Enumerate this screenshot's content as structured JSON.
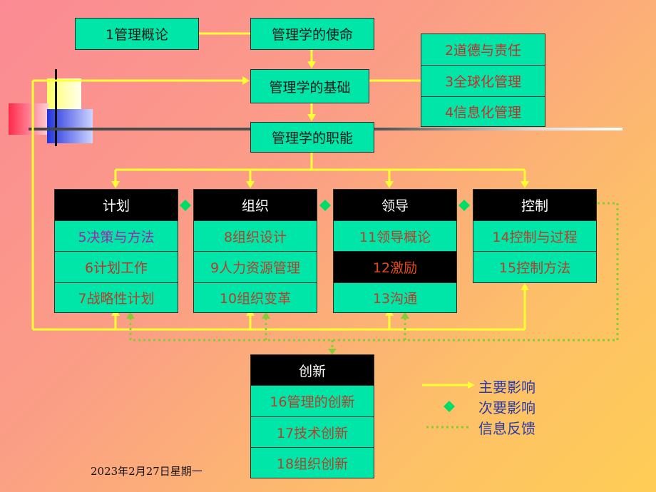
{
  "colors": {
    "box_fill": "#00e6a8",
    "header_fill": "#000000",
    "main_line": "#ffff33",
    "secondary_marker": "#00dd66",
    "feedback_line": "#88cc33",
    "legend_text": "#2a3aa6"
  },
  "nodes": {
    "intro": "1管理概论",
    "mission": "管理学的使命",
    "foundation": "管理学的基础",
    "functions": "管理学的职能",
    "foundation_topics": [
      "2道德与责任",
      "3全球化管理",
      "4信息化管理"
    ]
  },
  "function_columns": [
    {
      "title": "计划",
      "items": [
        "5决策与方法",
        "6计划工作",
        "7战略性计划"
      ]
    },
    {
      "title": "组织",
      "items": [
        "8组织设计",
        "9人力资源管理",
        "10组织变革"
      ]
    },
    {
      "title": "领导",
      "items": [
        "11领导概论",
        "12激励",
        "13沟通"
      ]
    },
    {
      "title": "控制",
      "items": [
        "14控制与过程",
        "15控制方法"
      ]
    }
  ],
  "innovation": {
    "title": "创新",
    "items": [
      "16管理的创新",
      "17技术创新",
      "18组织创新"
    ]
  },
  "legend": {
    "main": "主要影响",
    "secondary": "次要影响",
    "feedback": "信息反馈"
  },
  "footer_date": "2023年2月27日星期一"
}
